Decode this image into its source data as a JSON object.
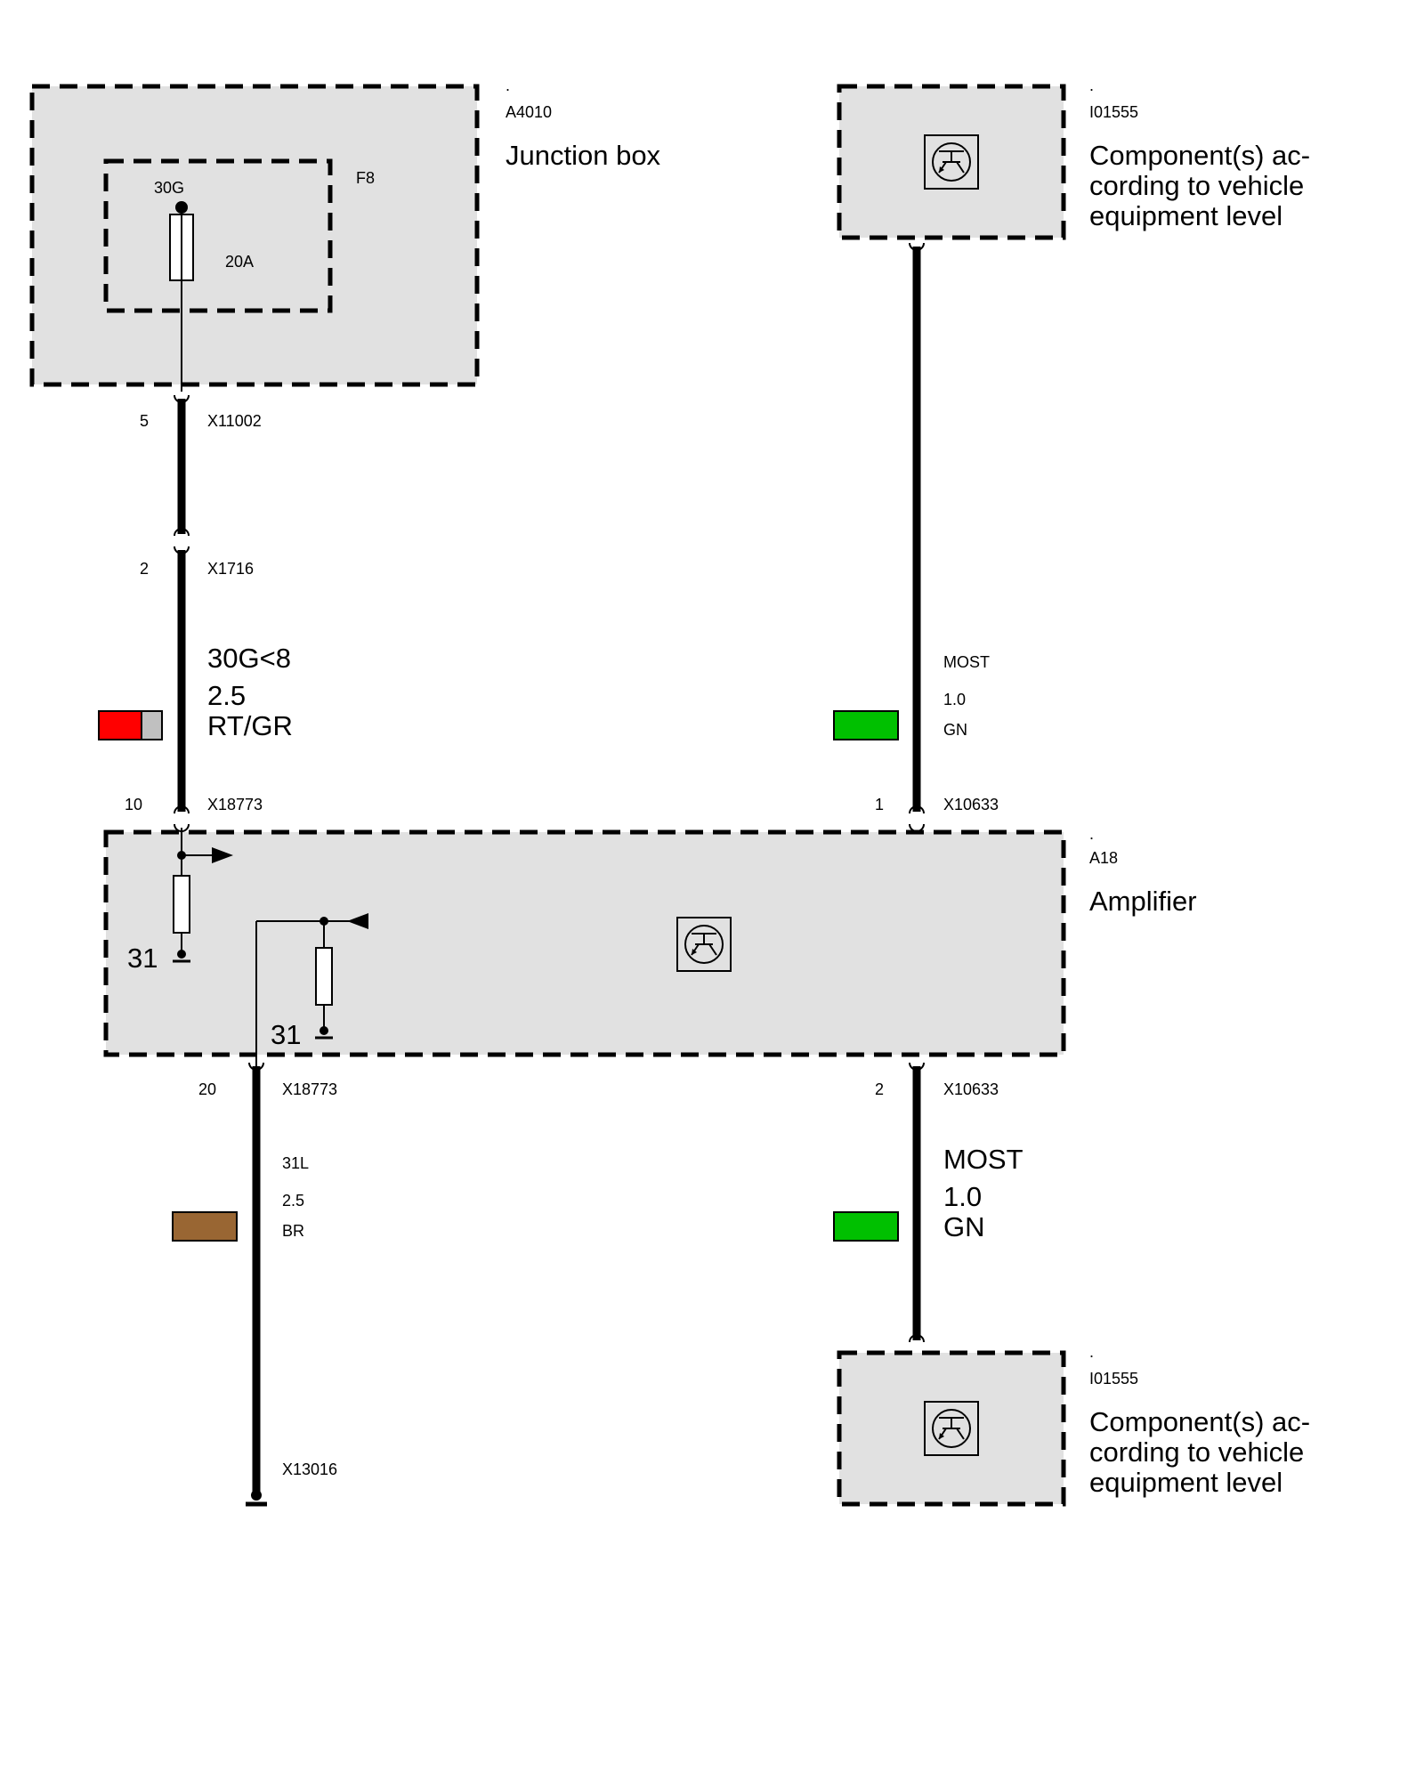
{
  "colors": {
    "module_fill": "#e1e1e1",
    "wire_red": "#ff0000",
    "wire_grey": "#c0c0c0",
    "wire_green": "#00c000",
    "wire_brown": "#996633"
  },
  "junction_box": {
    "dot": ".",
    "id": "A4010",
    "name": "Junction box",
    "fuse_id": "F8",
    "fuse_terminal": "30G",
    "fuse_rating": "20A",
    "pin": "5",
    "connector": "X11002"
  },
  "component_top": {
    "dot": ".",
    "id": "I01555",
    "name_lines": [
      "Component(s) ac-",
      "cording to vehicle",
      "equipment level"
    ],
    "icon": "control-unit-icon"
  },
  "wire_power": {
    "pin": "2",
    "connector": "X1716",
    "signal": "30G<8",
    "gauge": "2.5",
    "color_code": "RT/GR"
  },
  "wire_most_in": {
    "signal": "MOST",
    "gauge": "1.0",
    "color_code": "GN"
  },
  "amplifier": {
    "dot": ".",
    "id": "A18",
    "name": "Amplifier",
    "icon": "control-unit-icon",
    "ground_label_left": "31",
    "ground_label_mid": "31",
    "pin_top_left": "10",
    "connector_top_left": "X18773",
    "pin_top_right": "1",
    "connector_top_right": "X10633",
    "pin_bottom_left": "20",
    "connector_bottom_left": "X18773",
    "pin_bottom_right": "2",
    "connector_bottom_right": "X10633"
  },
  "wire_ground": {
    "signal": "31L",
    "gauge": "2.5",
    "color_code": "BR",
    "ground_connector": "X13016"
  },
  "wire_most_out": {
    "signal": "MOST",
    "gauge": "1.0",
    "color_code": "GN"
  },
  "component_bottom": {
    "dot": ".",
    "id": "I01555",
    "name_lines": [
      "Component(s) ac-",
      "cording to vehicle",
      "equipment level"
    ],
    "icon": "control-unit-icon"
  }
}
